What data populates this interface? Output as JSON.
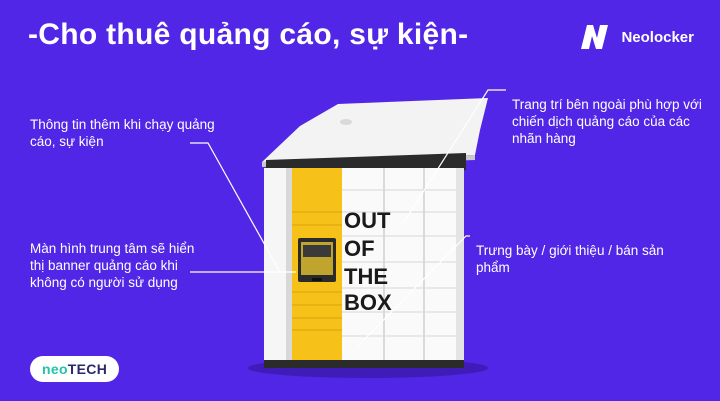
{
  "header": {
    "title": "-Cho thuê quảng cáo, sự kiện-",
    "brand_name": "Neolocker",
    "brand_icon": "neolocker-n-logo-icon"
  },
  "callouts": {
    "top_left": "Thông tin thêm khi chạy quảng cáo, sự kiện",
    "middle_left": "Màn hình trung tâm sẽ hiển thị banner quảng cáo khi không có người sử dụng",
    "top_right": "Trang trí bên ngoài phù hợp với chiến dịch quảng cáo của các nhãn hàng",
    "middle_right": "Trưng bày / giới thiệu / bán sản phẩm"
  },
  "locker": {
    "door_text": [
      "OUT",
      "OF",
      "THE",
      "BOX"
    ]
  },
  "footer": {
    "logo_part1": "neo",
    "logo_part2": "TECH"
  },
  "colors": {
    "background": "#5126e6",
    "accent_yellow": "#f6c21a",
    "text": "#ffffff",
    "neo_teal": "#22c3a8"
  }
}
